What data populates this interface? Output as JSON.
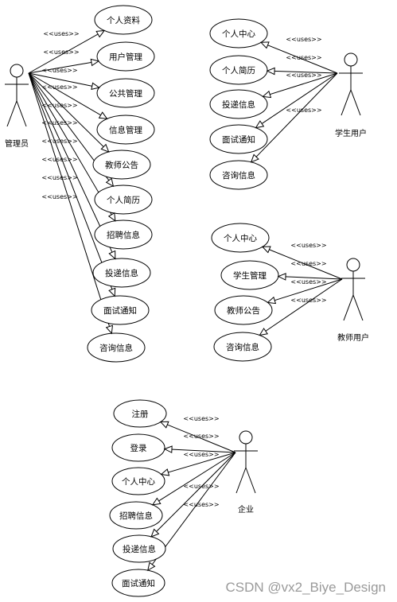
{
  "relation_label": "<<uses>>",
  "watermark": "CSDN @vx2_Biye_Design",
  "groups": [
    {
      "actor": "管理员",
      "use_cases": [
        "个人资料",
        "用户管理",
        "公共管理",
        "信息管理",
        "教师公告",
        "个人简历",
        "招聘信息",
        "投递信息",
        "面试通知",
        "咨询信息"
      ]
    },
    {
      "actor": "学生用户",
      "use_cases": [
        "个人中心",
        "个人简历",
        "投递信息",
        "面试通知",
        "咨询信息"
      ]
    },
    {
      "actor": "教师用户",
      "use_cases": [
        "个人中心",
        "学生管理",
        "教师公告",
        "咨询信息"
      ]
    },
    {
      "actor": "企业",
      "use_cases": [
        "注册",
        "登录",
        "个人中心",
        "招聘信息",
        "投递信息",
        "面试通知"
      ]
    }
  ]
}
